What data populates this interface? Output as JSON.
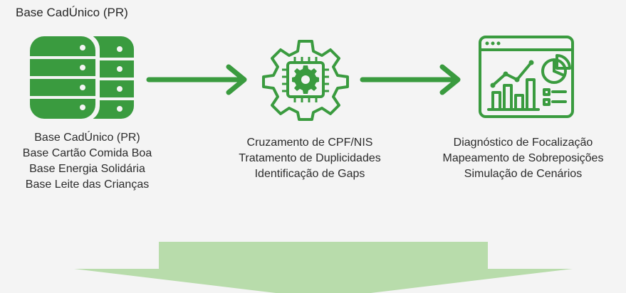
{
  "header": {
    "title": "Base CadÚnico (PR)"
  },
  "stages": [
    {
      "icon": "database-icon",
      "lines": [
        "Base CadÚnico (PR)",
        "Base Cartão Comida Boa",
        "Base Energia Solidária",
        "Base Leite das Crianças"
      ]
    },
    {
      "icon": "gear-chip-icon",
      "lines": [
        "Cruzamento de CPF/NIS",
        "Tratamento de Duplicidades",
        "Identificação de Gaps"
      ]
    },
    {
      "icon": "analytics-dashboard-icon",
      "lines": [
        "Diagnóstico de Focalização",
        "Mapeamento de Sobreposições",
        "Simulação de Cenários"
      ]
    }
  ],
  "colors": {
    "primary_green": "#3a9b3f",
    "light_green": "#b8dcab",
    "background": "#f4f4f4"
  }
}
